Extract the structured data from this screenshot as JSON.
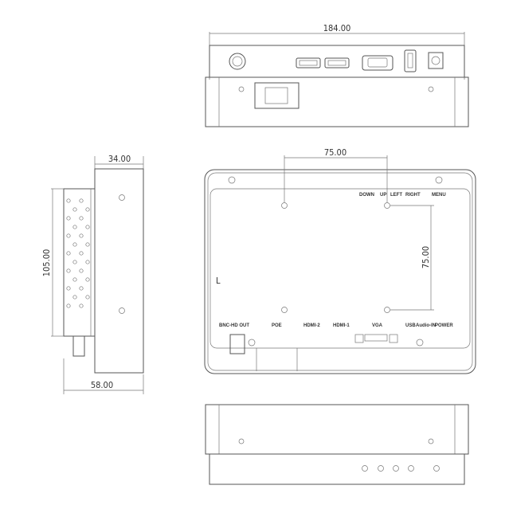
{
  "dimensions": {
    "width_top": "184.00",
    "hole_spacing_horizontal": "75.00",
    "hole_spacing_vertical": "75.00",
    "side_depth": "34.00",
    "side_height": "105.00",
    "side_bottom": "58.00"
  },
  "front_labels": {
    "down": "DOWN",
    "up": "UP",
    "left": "LEFT",
    "right": "RIGHT",
    "menu": "MENU",
    "l_mark": "L"
  },
  "port_labels": {
    "bnc": "BNC-HD OUT",
    "poe": "POE",
    "hdmi2": "HDMI-2",
    "hdmi1": "HDMI-1",
    "vga": "VGA",
    "usb": "USB",
    "audio": "Audio-IN",
    "power": "POWER"
  },
  "colors": {
    "line": "#555555",
    "text": "#333333"
  }
}
